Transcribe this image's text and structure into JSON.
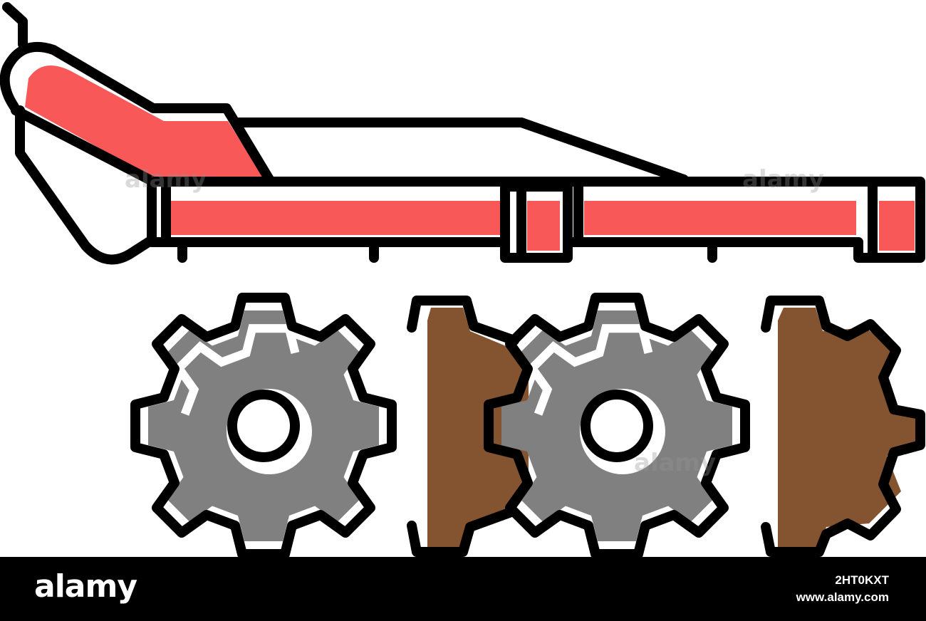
{
  "illustration": {
    "icon": "disc-harrow-icon",
    "colors": {
      "outline": "#000000",
      "frame_red": "#f85858",
      "gear_gray": "#808080",
      "soil_brown": "#845430",
      "background": "#ffffff"
    }
  },
  "footer": {
    "brand": "alamy",
    "image_id": "2HT0KXT",
    "url": "www.alamy.com"
  },
  "watermarks": {
    "text": "alamy"
  }
}
